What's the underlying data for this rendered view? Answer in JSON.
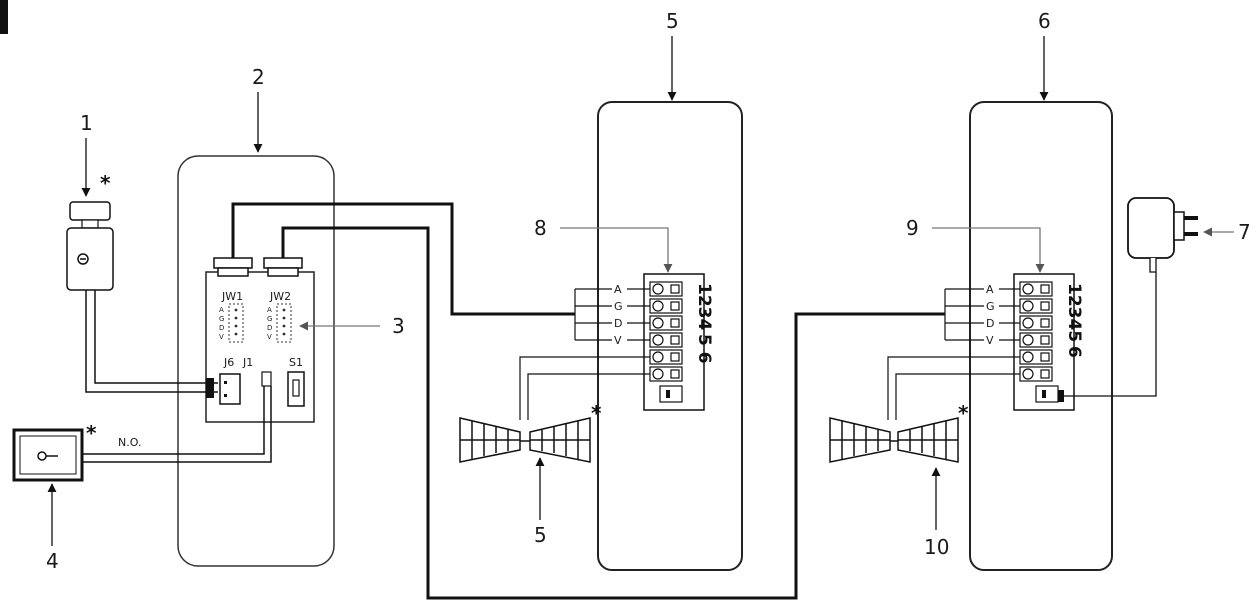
{
  "callouts": {
    "c1": "1",
    "c2": "2",
    "c3": "3",
    "c4": "4",
    "c5_top": "5",
    "c5_bottom": "5",
    "c6": "6",
    "c7": "7",
    "c8": "8",
    "c9": "9",
    "c10": "10"
  },
  "door_panel": {
    "jw1": "JW1",
    "jw2": "JW2",
    "j6": "J6",
    "j1": "J1",
    "s1": "S1",
    "jw1_pins": [
      "A",
      "G",
      "D",
      "V"
    ],
    "jw2_pins": [
      "A",
      "G",
      "D",
      "V"
    ]
  },
  "exit_button": {
    "contact_label": "N.O."
  },
  "monitor_1": {
    "terminals": [
      "A",
      "G",
      "D",
      "V"
    ],
    "pin_numbers_1": "1234",
    "pin_numbers_2": "5 6"
  },
  "monitor_2": {
    "terminals": [
      "A",
      "G",
      "D",
      "V"
    ],
    "pin_numbers_1": "12345",
    "pin_numbers_2": "6"
  },
  "optional_mark": "*",
  "colors": {
    "line": "#111111",
    "leader": "#777777",
    "background": "#ffffff"
  }
}
